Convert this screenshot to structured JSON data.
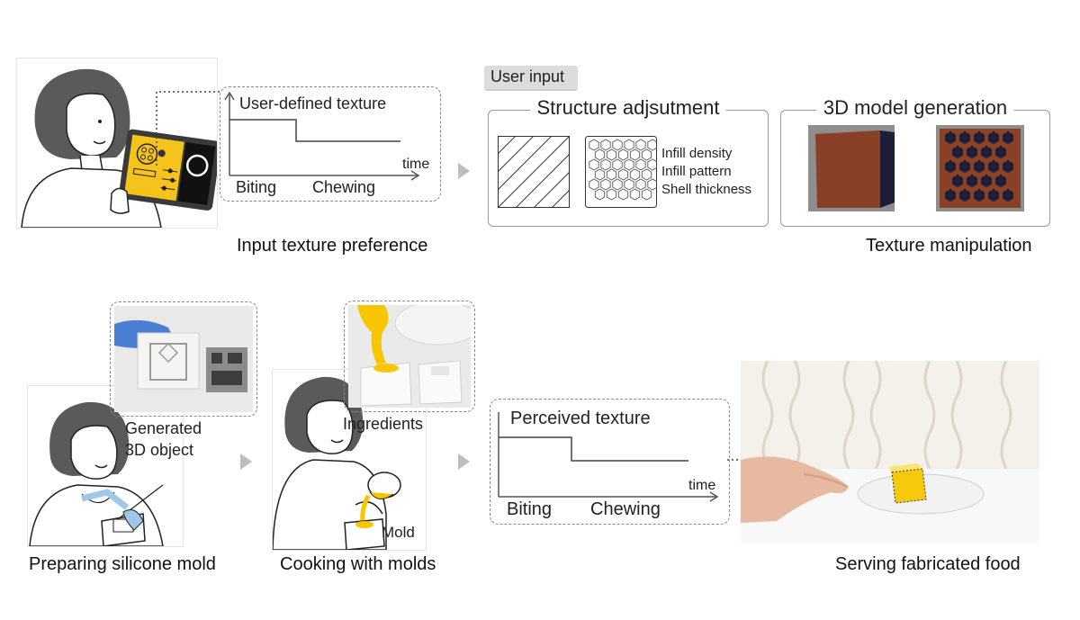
{
  "top": {
    "caption_left": "Input texture preference",
    "caption_right": "Texture manipulation",
    "graph1": {
      "title": "User-defined texture",
      "axis": "time",
      "phase1": "Biting",
      "phase2": "Chewing"
    },
    "user_input_tag": "User input",
    "structure": {
      "title": "Structure adjsutment",
      "params": [
        "Infill density",
        "Infill pattern",
        "Shell thickness"
      ]
    },
    "model_gen": {
      "title": "3D model generation"
    }
  },
  "bottom": {
    "caption_mold": "Preparing silicone mold",
    "caption_cook": "Cooking with molds",
    "caption_serve": "Serving fabricated food",
    "generated_label_1": "Generated",
    "generated_label_2": "3D object",
    "ingredients_label": "Ingredients",
    "mold_label": "Mold",
    "graph2": {
      "title": "Perceived texture",
      "axis": "time",
      "phase1": "Biting",
      "phase2": "Chewing"
    }
  },
  "colors": {
    "tablet_yellow": "#f5c31c",
    "cube_brown": "#8a4026",
    "cube_navy": "#1d1f3a",
    "food_yellow": "#f7c600"
  }
}
